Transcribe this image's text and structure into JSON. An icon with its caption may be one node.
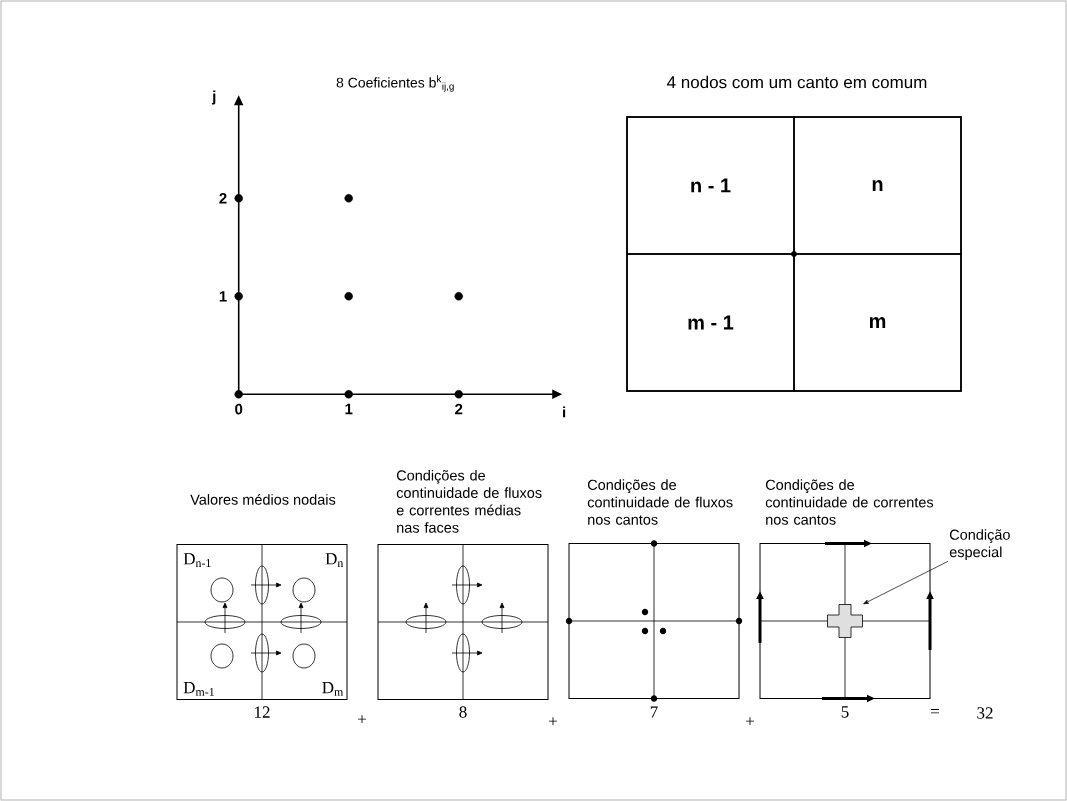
{
  "diagram": {
    "nodes": [
      {
        "text": [
          "4 nodos com um canto em comum"
        ]
      },
      {
        "text": [
          "n - 1"
        ],
        "in": 0
      },
      {
        "text": [
          "n"
        ],
        "in": 0
      },
      {
        "text": [
          "m - 1"
        ],
        "in": 0
      },
      {
        "text": [
          "m"
        ],
        "in": 0
      },
      {
        "text": [
          "Valores médios nodais",
          "D$_{n-1}$",
          "D$_{n}$",
          "D$_{m-1}$",
          "D$_{m}$"
        ],
        "beside": [
          "12"
        ]
      },
      {
        "text": [
          "Condições de continuidade de fluxos e correntes médias nas faces"
        ],
        "beside": [
          "8"
        ]
      },
      {
        "text": [
          "Condições de continuidade de fluxos nos cantos"
        ],
        "beside": [
          "7"
        ]
      },
      {
        "text": [
          "Condições de continuidade de correntes nos cantos"
        ],
        "beside": [
          "5"
        ]
      },
      {
        "text": [],
        "shape": "cross",
        "in": 8
      },
      {
        "text": [
          "Condição especial"
        ]
      }
    ],
    "edges": [
      {
        "from": 10,
        "to": 9,
        "arrow": "to"
      }
    ],
    "labels": [
      "+",
      "+",
      "+",
      "=",
      "32"
    ],
    "chart_data": {
      "type": "scatter",
      "title": "8 Coeficientes b$^{k}$$_{ij,g}$",
      "xlabel": "i",
      "ylabel": "j",
      "x": [
        0,
        1,
        2,
        0,
        1,
        2,
        0,
        1
      ],
      "series": [
        {
          "color": "#000000",
          "values": [
            0,
            0,
            0,
            1,
            1,
            1,
            2,
            2
          ]
        }
      ],
      "xlim": [
        0,
        2.85
      ],
      "ylim": [
        0,
        2.95
      ],
      "xticks": [
        0,
        1,
        2
      ],
      "yticks": [
        1,
        2
      ]
    }
  }
}
